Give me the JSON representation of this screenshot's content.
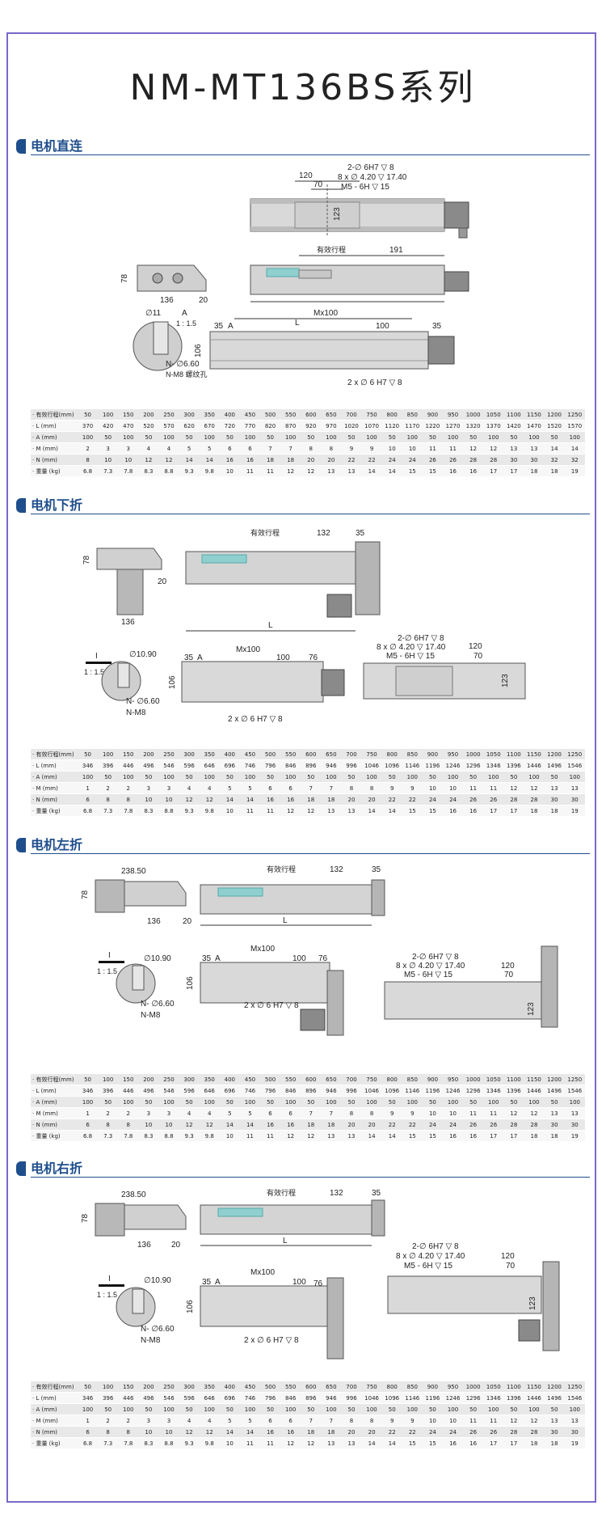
{
  "page": {
    "title": "NM-MT136BS系列"
  },
  "rows": {
    "row_labels": [
      "· 有效行程(mm)",
      "· L (mm)",
      "· A (mm)",
      "· M (mm)",
      "· N (mm)",
      "· 重量 (kg)"
    ],
    "stroke": [
      "50",
      "100",
      "150",
      "200",
      "250",
      "300",
      "350",
      "400",
      "450",
      "500",
      "550",
      "600",
      "650",
      "700",
      "750",
      "800",
      "850",
      "900",
      "950",
      "1000",
      "1050",
      "1100",
      "1150",
      "1200",
      "1250"
    ],
    "weight": [
      "6.8",
      "7.3",
      "7.8",
      "8.3",
      "8.8",
      "9.3",
      "9.8",
      "10",
      "11",
      "11",
      "12",
      "12",
      "13",
      "13",
      "14",
      "14",
      "15",
      "15",
      "16",
      "16",
      "17",
      "17",
      "18",
      "18",
      "19"
    ]
  },
  "sections": [
    {
      "heading": "电机直连",
      "table": {
        "L": [
          "370",
          "420",
          "470",
          "520",
          "570",
          "620",
          "670",
          "720",
          "770",
          "820",
          "870",
          "920",
          "970",
          "1020",
          "1070",
          "1120",
          "1170",
          "1220",
          "1270",
          "1320",
          "1370",
          "1420",
          "1470",
          "1520",
          "1570"
        ],
        "A": [
          "100",
          "50",
          "100",
          "50",
          "100",
          "50",
          "100",
          "50",
          "100",
          "50",
          "100",
          "50",
          "100",
          "50",
          "100",
          "50",
          "100",
          "50",
          "100",
          "50",
          "100",
          "50",
          "100",
          "50",
          "100"
        ],
        "M": [
          "2",
          "3",
          "3",
          "4",
          "4",
          "5",
          "5",
          "6",
          "6",
          "7",
          "7",
          "8",
          "8",
          "9",
          "9",
          "10",
          "10",
          "11",
          "11",
          "12",
          "12",
          "13",
          "13",
          "14",
          "14"
        ],
        "N": [
          "8",
          "10",
          "10",
          "12",
          "12",
          "14",
          "14",
          "16",
          "16",
          "18",
          "18",
          "20",
          "20",
          "22",
          "22",
          "24",
          "24",
          "26",
          "26",
          "28",
          "28",
          "30",
          "30",
          "32",
          "32"
        ]
      }
    },
    {
      "heading": "电机下折",
      "table": {
        "L": [
          "346",
          "396",
          "446",
          "496",
          "546",
          "596",
          "646",
          "696",
          "746",
          "796",
          "846",
          "896",
          "946",
          "996",
          "1046",
          "1096",
          "1146",
          "1196",
          "1246",
          "1296",
          "1346",
          "1396",
          "1446",
          "1496",
          "1546"
        ],
        "A": [
          "100",
          "50",
          "100",
          "50",
          "100",
          "50",
          "100",
          "50",
          "100",
          "50",
          "100",
          "50",
          "100",
          "50",
          "100",
          "50",
          "100",
          "50",
          "100",
          "50",
          "100",
          "50",
          "100",
          "50",
          "100"
        ],
        "M": [
          "1",
          "2",
          "2",
          "3",
          "3",
          "4",
          "4",
          "5",
          "5",
          "6",
          "6",
          "7",
          "7",
          "8",
          "8",
          "9",
          "9",
          "10",
          "10",
          "11",
          "11",
          "12",
          "12",
          "13",
          "13"
        ],
        "N": [
          "6",
          "8",
          "8",
          "10",
          "10",
          "12",
          "12",
          "14",
          "14",
          "16",
          "16",
          "18",
          "18",
          "20",
          "20",
          "22",
          "22",
          "24",
          "24",
          "26",
          "26",
          "28",
          "28",
          "30",
          "30"
        ]
      }
    },
    {
      "heading": "电机左折",
      "table": {
        "L": [
          "346",
          "396",
          "446",
          "496",
          "546",
          "596",
          "646",
          "696",
          "746",
          "796",
          "846",
          "896",
          "946",
          "996",
          "1046",
          "1096",
          "1146",
          "1196",
          "1246",
          "1296",
          "1346",
          "1396",
          "1446",
          "1496",
          "1546"
        ],
        "A": [
          "100",
          "50",
          "100",
          "50",
          "100",
          "50",
          "100",
          "50",
          "100",
          "50",
          "100",
          "50",
          "100",
          "50",
          "100",
          "50",
          "100",
          "50",
          "100",
          "50",
          "100",
          "50",
          "100",
          "50",
          "100"
        ],
        "M": [
          "1",
          "2",
          "2",
          "3",
          "3",
          "4",
          "4",
          "5",
          "5",
          "6",
          "6",
          "7",
          "7",
          "8",
          "8",
          "9",
          "9",
          "10",
          "10",
          "11",
          "11",
          "12",
          "12",
          "13",
          "13"
        ],
        "N": [
          "6",
          "8",
          "8",
          "10",
          "10",
          "12",
          "12",
          "14",
          "14",
          "16",
          "16",
          "18",
          "18",
          "20",
          "20",
          "22",
          "22",
          "24",
          "24",
          "26",
          "26",
          "28",
          "28",
          "30",
          "30"
        ]
      }
    },
    {
      "heading": "电机右折",
      "table": {
        "L": [
          "346",
          "396",
          "446",
          "496",
          "546",
          "596",
          "646",
          "696",
          "746",
          "796",
          "846",
          "896",
          "946",
          "996",
          "1046",
          "1096",
          "1146",
          "1196",
          "1246",
          "1296",
          "1346",
          "1396",
          "1446",
          "1496",
          "1546"
        ],
        "A": [
          "100",
          "50",
          "100",
          "50",
          "100",
          "50",
          "100",
          "50",
          "100",
          "50",
          "100",
          "50",
          "100",
          "50",
          "100",
          "50",
          "100",
          "50",
          "100",
          "50",
          "100",
          "50",
          "100",
          "50",
          "100"
        ],
        "M": [
          "1",
          "2",
          "2",
          "3",
          "3",
          "4",
          "4",
          "5",
          "5",
          "6",
          "6",
          "7",
          "7",
          "8",
          "8",
          "9",
          "9",
          "10",
          "10",
          "11",
          "11",
          "12",
          "12",
          "13",
          "13"
        ],
        "N": [
          "6",
          "8",
          "8",
          "10",
          "10",
          "12",
          "12",
          "14",
          "14",
          "16",
          "16",
          "18",
          "18",
          "20",
          "20",
          "22",
          "22",
          "24",
          "24",
          "26",
          "26",
          "28",
          "28",
          "30",
          "30"
        ]
      }
    }
  ],
  "dims": {
    "d120": "120",
    "d70": "70",
    "d123": "123",
    "d191": "191",
    "d78": "78",
    "d136": "136",
    "d20": "20",
    "d35": "35",
    "d100": "100",
    "d106": "106",
    "d132": "132",
    "d76": "76",
    "d238": "238.50",
    "mx100": "Mx100",
    "L": "L",
    "A": "A",
    "I": "I",
    "hole1": "2-∅ 6H7 ▽ 8",
    "hole2": "8 x ∅ 4.20 ▽ 17.40",
    "hole3": "M5 - 6H ▽ 15",
    "hole_bottom": "2 x ∅ 6 H7 ▽ 8",
    "phi11": "∅11",
    "phi1090": "∅10.90",
    "n660": "N- ∅6.60",
    "nm8": "N-M8",
    "nm8b": "N-M8 螺纹孔",
    "scale": "1 : 1.5",
    "stroke_label": "有效行程"
  }
}
